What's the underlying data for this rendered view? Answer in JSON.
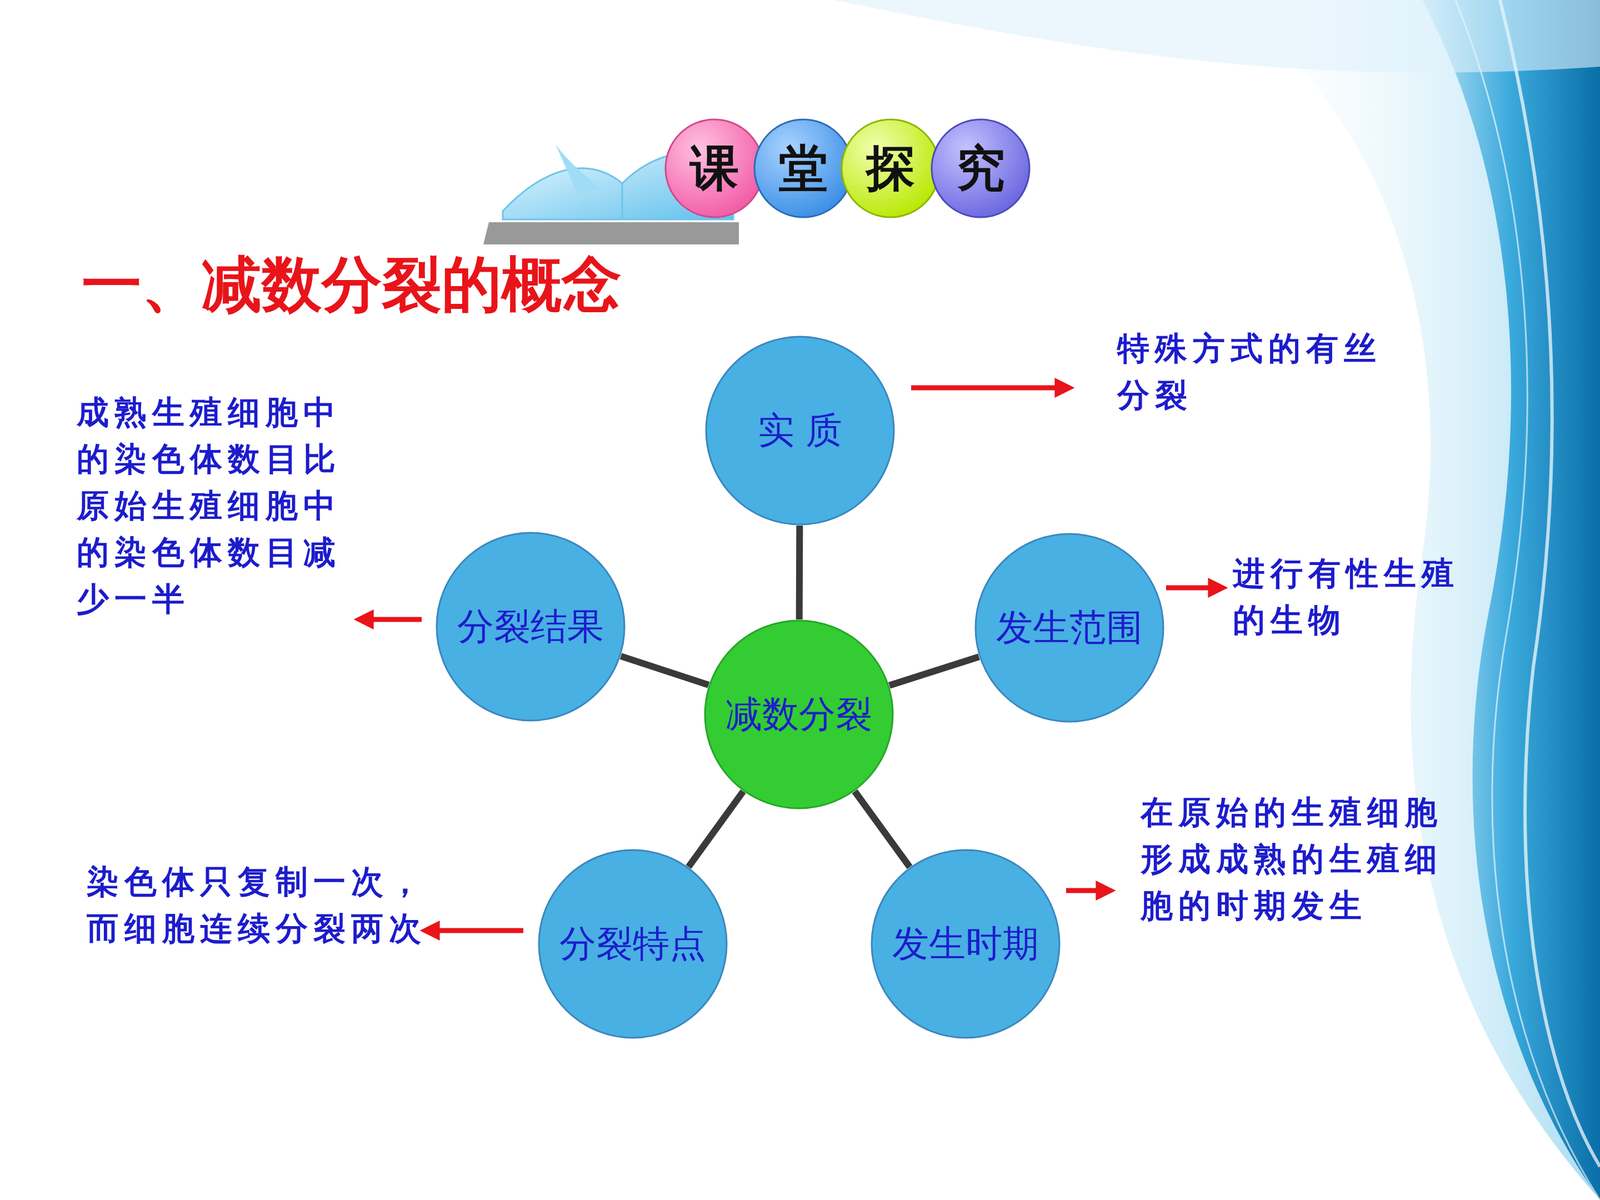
{
  "diagram": {
    "title": "一、减数分裂的概念",
    "nodes": [
      {
        "text": [
          "课"
        ]
      },
      {
        "text": [
          "堂"
        ]
      },
      {
        "text": [
          "探"
        ]
      },
      {
        "text": [
          "究"
        ]
      },
      {
        "text": [
          "实 质"
        ]
      },
      {
        "text": [
          "分裂结果"
        ]
      },
      {
        "text": [
          "减数分裂"
        ]
      },
      {
        "text": [
          "发生范围"
        ]
      },
      {
        "text": [
          "分裂特点"
        ]
      },
      {
        "text": [
          "发生时期"
        ]
      }
    ],
    "edges": [
      {
        "from": 6,
        "to": 4,
        "arrow": "none"
      },
      {
        "from": 6,
        "to": 5,
        "arrow": "none"
      },
      {
        "from": 6,
        "to": 7,
        "arrow": "none"
      },
      {
        "from": 6,
        "to": 8,
        "arrow": "none"
      },
      {
        "from": 6,
        "to": 9,
        "arrow": "none"
      }
    ],
    "labels": [
      "特殊方式的有丝分裂",
      "成熟生殖细胞中的染色体数目比原始生殖细胞中的染色体数目减少一半",
      "进行有性生殖的生物",
      "染色体只复制一次，而细胞连续分裂两次",
      "在原始的生殖细胞形成成熟的生殖细胞的时期发生"
    ]
  }
}
